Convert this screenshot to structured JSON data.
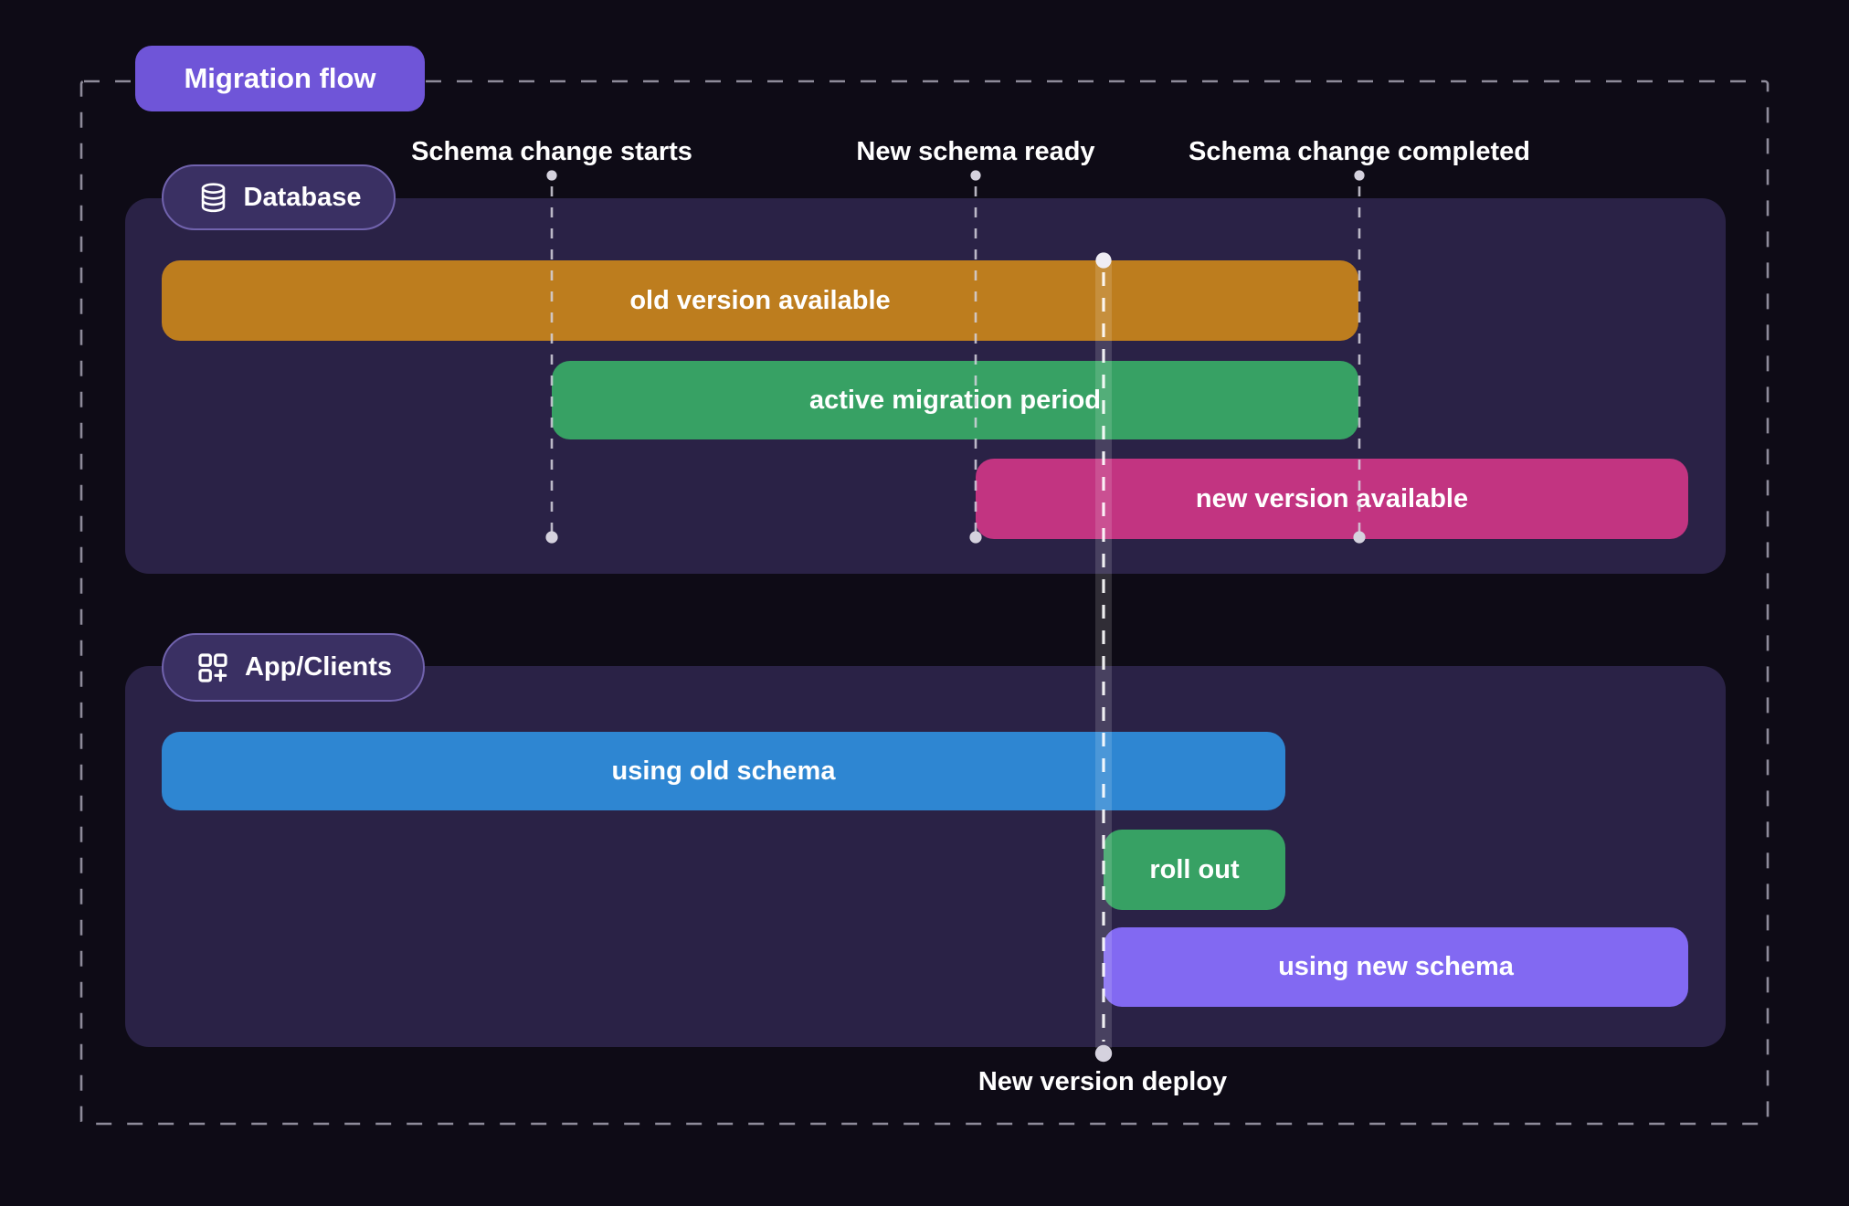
{
  "title": "Migration flow",
  "sections": [
    {
      "label": "Database",
      "icon": "database-icon"
    },
    {
      "label": "App/Clients",
      "icon": "apps-plus-icon"
    }
  ],
  "milestones": [
    {
      "label": "Schema change starts"
    },
    {
      "label": "New schema ready"
    },
    {
      "label": "Schema change completed"
    }
  ],
  "deploy": {
    "label": "New version deploy"
  },
  "bars": {
    "database": [
      {
        "label": "old version available",
        "color_key": "bar_orange"
      },
      {
        "label": "active migration period",
        "color_key": "bar_green"
      },
      {
        "label": "new version available",
        "color_key": "bar_magenta"
      }
    ],
    "app_clients": [
      {
        "label": "using old schema",
        "color_key": "bar_blue"
      },
      {
        "label": "roll out",
        "color_key": "bar_green"
      },
      {
        "label": "using new schema",
        "color_key": "bar_purple"
      }
    ]
  },
  "colors": {
    "background": "#0e0b16",
    "panel": "#2a2246",
    "title_badge": "#6f55d8",
    "badge_fill": "#3a3063",
    "badge_border": "#7163ae",
    "bar_orange": "#bd7d1e",
    "bar_green": "#37a164",
    "bar_magenta": "#c23481",
    "bar_blue": "#2e86d2",
    "bar_purple": "#8269f2",
    "text": "#ffffff"
  }
}
